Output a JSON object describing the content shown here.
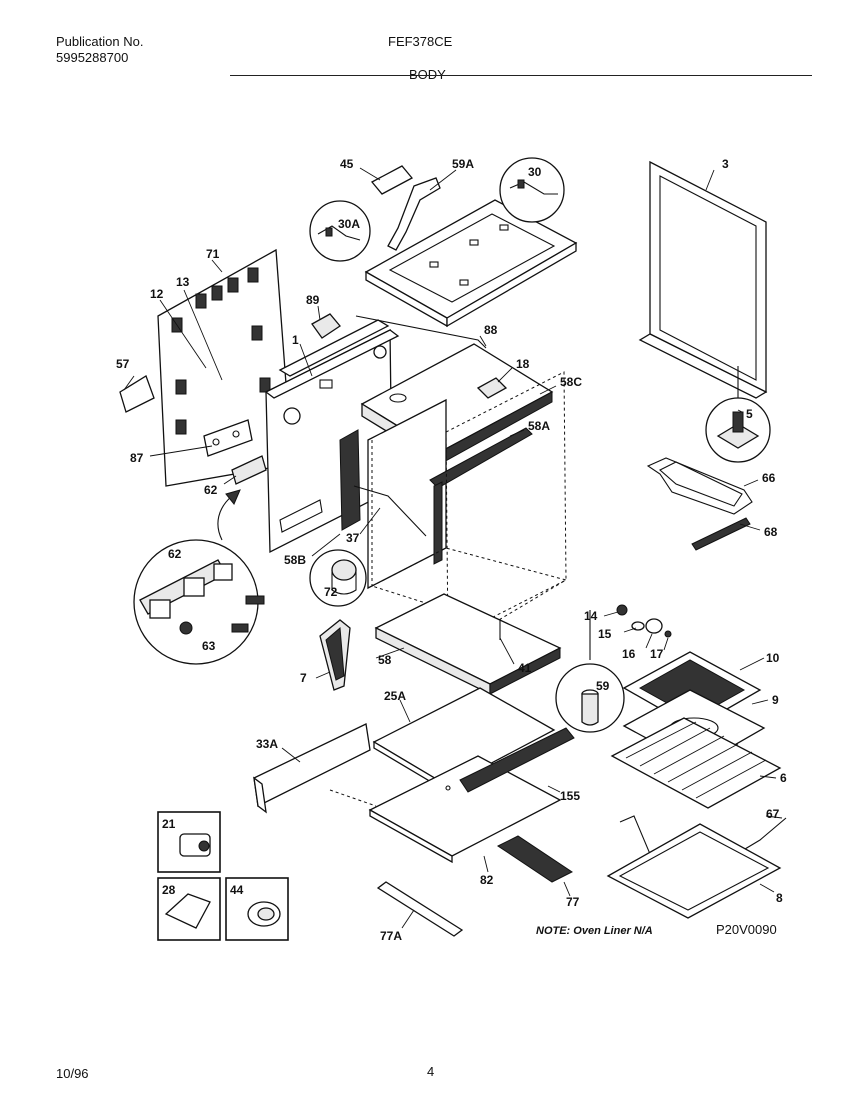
{
  "header": {
    "publication_label": "Publication No.",
    "publication_number": "5995288700",
    "model": "FEF378CE",
    "section": "BODY"
  },
  "diagram": {
    "note": "NOTE: Oven Liner N/A",
    "drawing_code": "P20V0090",
    "labels": {
      "p45": "45",
      "p59A": "59A",
      "p30": "30",
      "p3": "3",
      "p30A": "30A",
      "p71": "71",
      "p13": "13",
      "p12": "12",
      "p89": "89",
      "p88": "88",
      "p1": "1",
      "p57": "57",
      "p18": "18",
      "p58C": "58C",
      "p5": "5",
      "p58A": "58A",
      "p87": "87",
      "p66": "66",
      "p62": "62",
      "p68": "68",
      "p37": "37",
      "p58B": "58B",
      "p62b": "62",
      "p72": "72",
      "p14": "14",
      "p15": "15",
      "p16": "16",
      "p17": "17",
      "p63": "63",
      "p58": "58",
      "p41": "41",
      "p10": "10",
      "p7": "7",
      "p59": "59",
      "p25A": "25A",
      "p9": "9",
      "p33A": "33A",
      "p6": "6",
      "p155": "155",
      "p67": "67",
      "p21": "21",
      "p82": "82",
      "p77": "77",
      "p28": "28",
      "p44": "44",
      "p8": "8",
      "p77A": "77A"
    }
  },
  "footer": {
    "date": "10/96",
    "page": "4"
  }
}
